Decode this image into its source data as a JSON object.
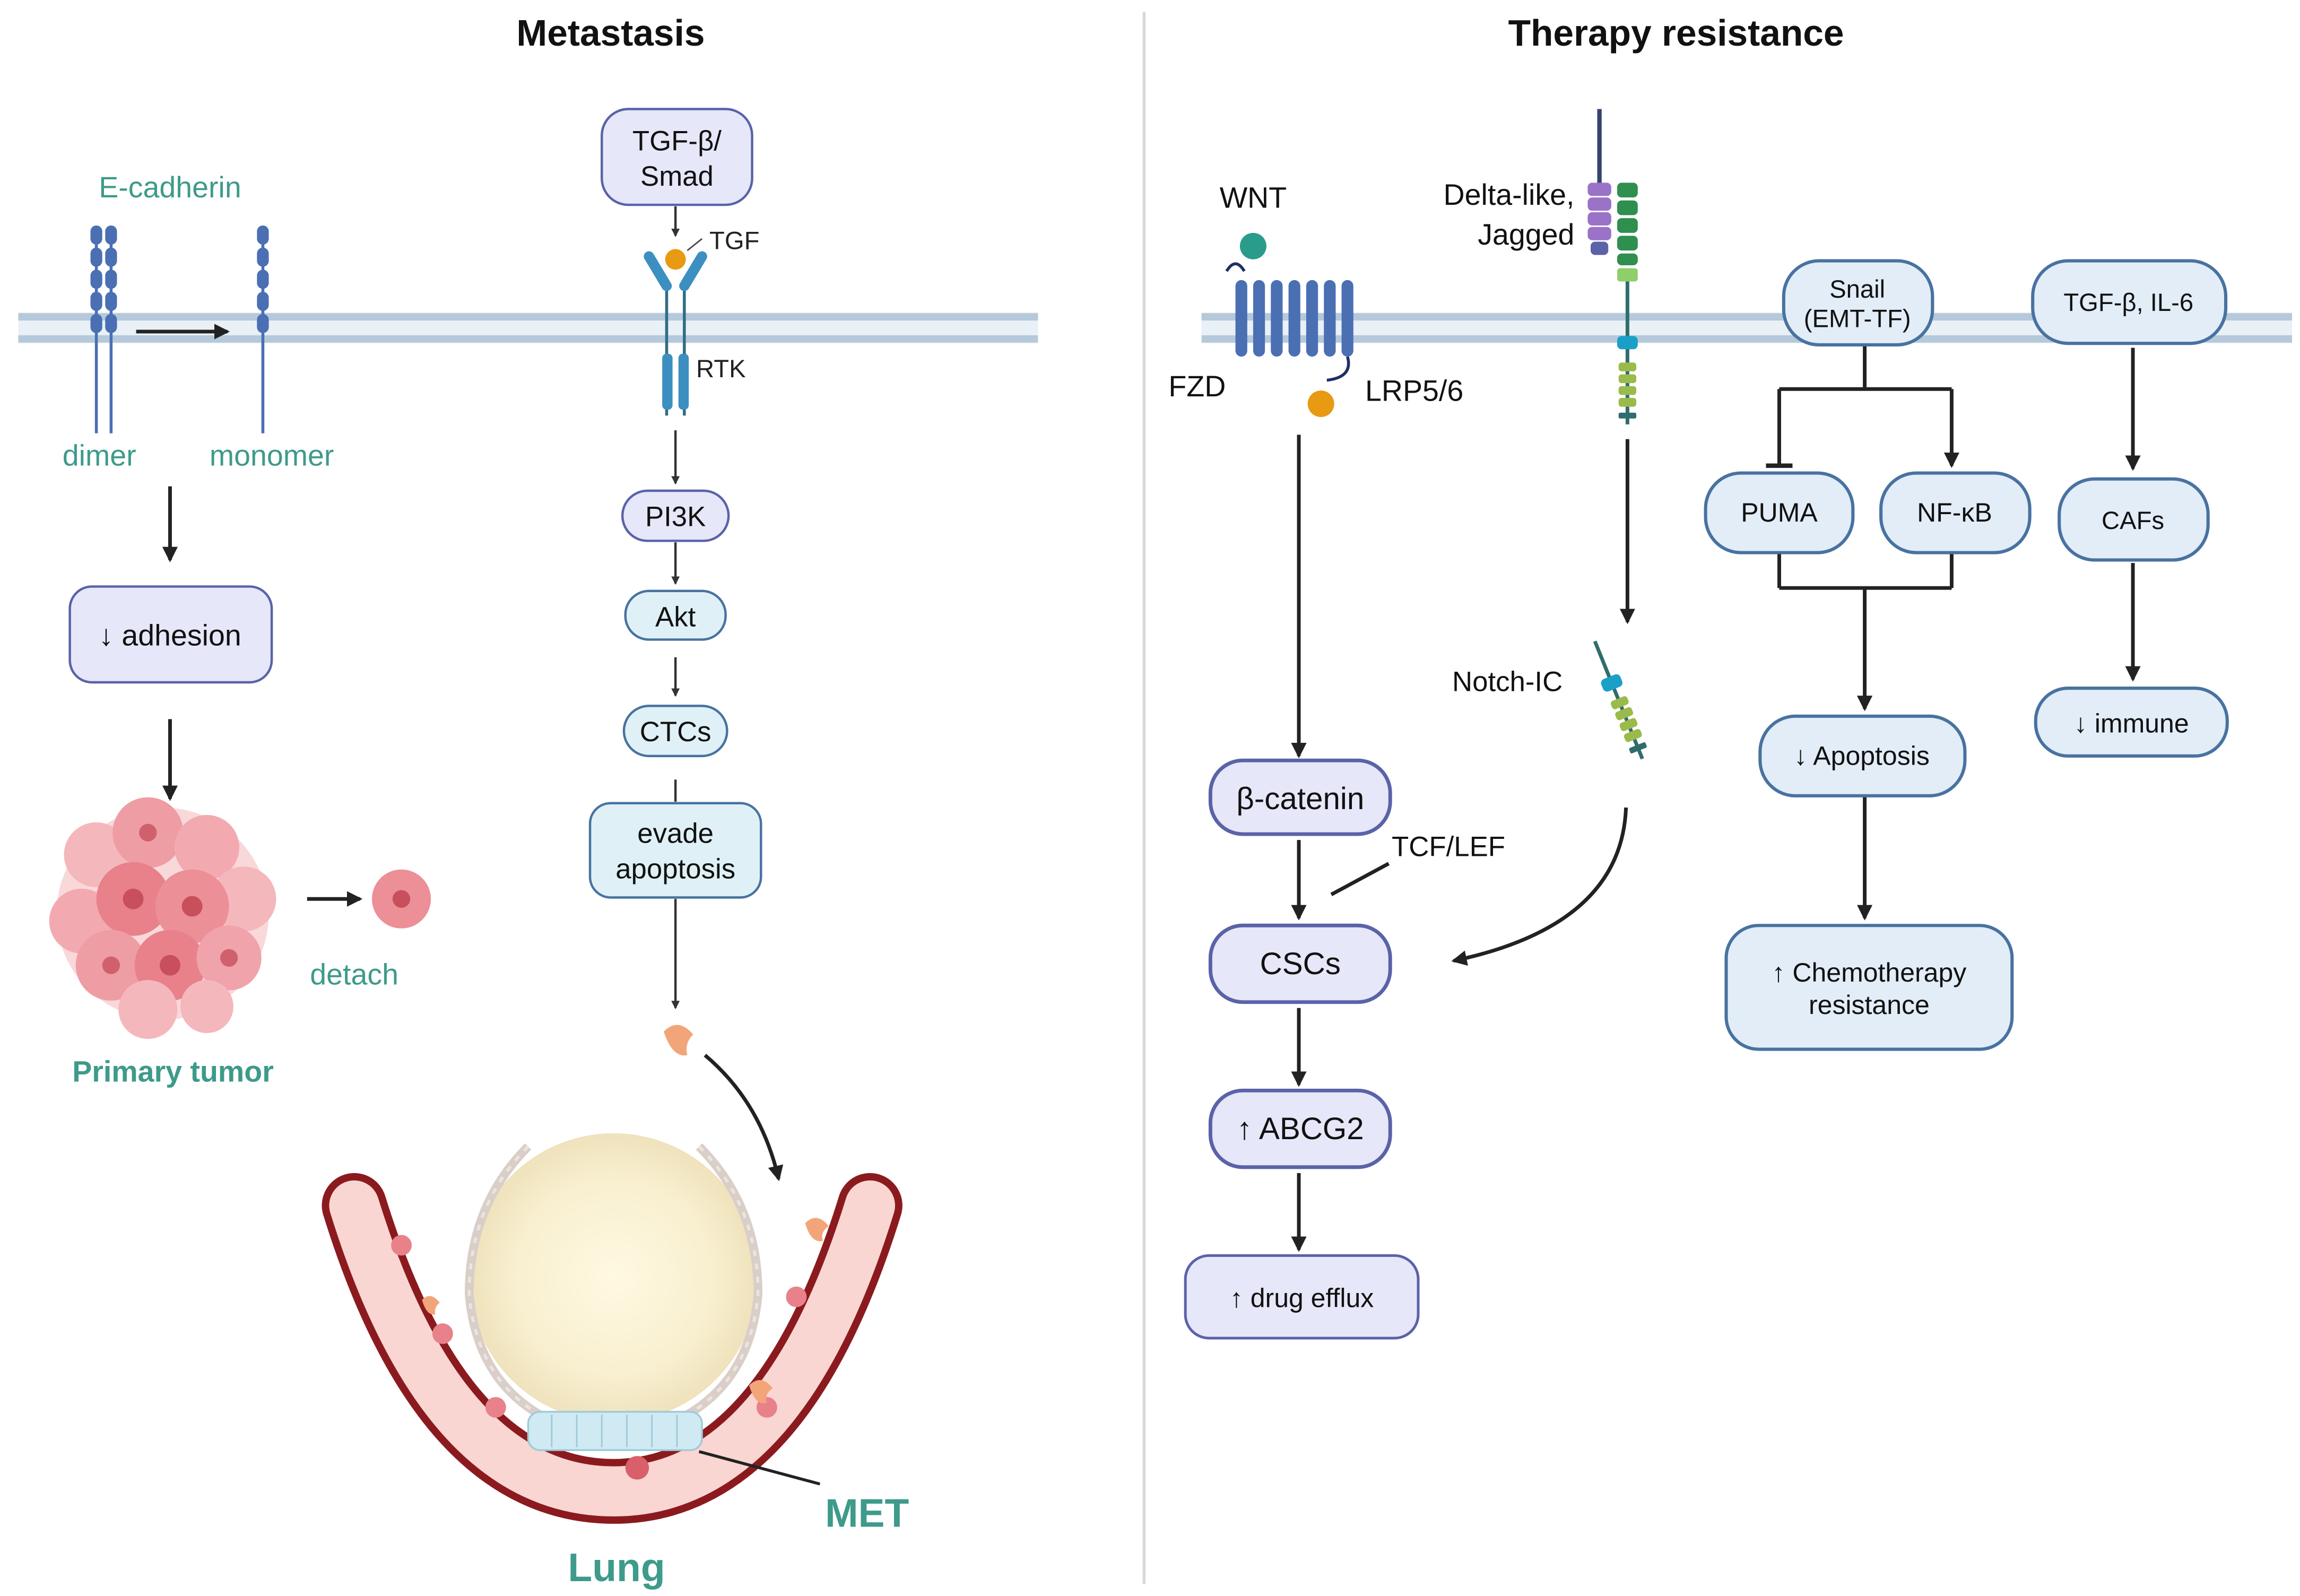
{
  "colors": {
    "node_fill": "#e6e7f8",
    "node_fill_cyan": "#dff1f6",
    "node_fill_blue": "#e2edf8",
    "node_stroke": "#5a62a8",
    "node_stroke_blue": "#4872a0",
    "membrane": "#b5c9db",
    "teal_text": "#3e9a8a",
    "receptor_blue": "#4a6fb3",
    "rtk_blue": "#3c8fc0",
    "ligand_orange": "#e79a12",
    "ligand_teal": "#2a9c8c",
    "vessel_dark": "#8b1a1f",
    "vessel_inner": "#f9d6d2",
    "tumor_pink": "#e8818a",
    "divider": "#d9d9d9"
  },
  "panels": {
    "metastasis": {
      "title": "Metastasis",
      "ecadherin_label": "E-cadherin",
      "dimer_label": "dimer",
      "monomer_label": "monomer",
      "adhesion_node": "↓ adhesion",
      "primary_tumor_label": "Primary tumor",
      "detach_label": "detach",
      "tgf_smad_line1": "TGF-β/",
      "tgf_smad_line2": "Smad",
      "tgf_ligand_label": "TGF",
      "rtk_label": "RTK",
      "pi3k_node": "PI3K",
      "akt_node": "Akt",
      "ctcs_node": "CTCs",
      "evade_line1": "evade",
      "evade_line2": "apoptosis",
      "met_label": "MET",
      "lung_label": "Lung"
    },
    "therapy_resistance": {
      "title": "Therapy resistance",
      "wnt_label": "WNT",
      "fzd_label": "FZD",
      "lrp_label": "LRP5/6",
      "delta_line1": "Delta-like,",
      "delta_line2": "Jagged",
      "notch_ic_label": "Notch-IC",
      "bcatenin_node": "β-catenin",
      "tcf_lef_label": "TCF/LEF",
      "cscs_node": "CSCs",
      "abcg2_node": "↑ ABCG2",
      "drug_efflux_node": "↑ drug efflux",
      "snail_line1": "Snail",
      "snail_line2": "(EMT-TF)",
      "puma_node": "PUMA",
      "nfkb_node": "NF-κB",
      "apoptosis_node": "↓ Apoptosis",
      "chemo_line1": "↑ Chemotherapy",
      "chemo_line2": "resistance",
      "tgfb_il6_node": "TGF-β, IL-6",
      "cafs_node": "CAFs",
      "immune_node": "↓ immune"
    }
  }
}
